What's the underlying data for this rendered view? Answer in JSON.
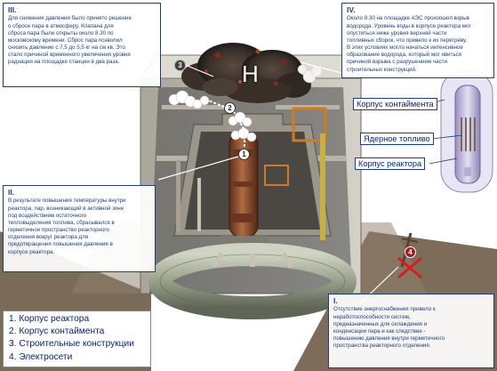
{
  "step_3": {
    "heading": "III.",
    "text": "Для снижения давления было принято решение\nо сбросе пара в атмосферу. Клапана для\nсброса пара были открыты около 8.30 по\nмосковскому времени. Сброс пара позволил\nснизить давление с 7,5 до 5,5 кг на см кв. Это\nстало причиной временного увеличения уровня\nрадиации на площадке станции в два раза."
  },
  "step_4": {
    "heading": "IV.",
    "text": "Около 9.30 на площадке АЭС произошел взрыв\nводорода. Уровень воды в корпусе реактора мог\nопуститься ниже уровня верхней части\nтопливных сборок, что привело к их перегреву.\nВ этих условиях могло начаться интенсивное\nобразование водорода, который мог явиться\nпричиной взрыва с разрушением части\nстроительных конструкций."
  },
  "step_2": {
    "heading": "II.",
    "text": "В результате повышения температуры внутри\nреактора, пар, возникающий в активной зоне\nпод воздействием остаточного\nтепловыделения топлива, сбрасывался в\nгерметичное пространство реакторного\nотделения вокруг реактора для\nпредотвращения повышения давления в\nкорпусе реактора."
  },
  "step_1": {
    "heading": "I.",
    "text": "Отсутствие энергоснабжения привело к\nнеработоспособности систем,\nпредназначенных для охлаждения и\nконденсации пара и как следствие -\nповышению давления внутри герметичного\nпространства реакторного отделения."
  },
  "hydrogen_symbol": "H",
  "callouts": {
    "containment": "Корпус контаймента",
    "fuel": "Ядерное топливо",
    "reactor_vessel": "Корпус реактора"
  },
  "markers": [
    "1",
    "2",
    "3",
    "4"
  ],
  "legend": [
    "1. Корпус реактора",
    "2. Корпус контаймента",
    "3. Строительные конструкции",
    "4. Электросети"
  ],
  "colors": {
    "text_blue": "#1f3f7a",
    "legend_blue": "#0a2466",
    "explosion_red": "#b02020",
    "concrete": "#c8c5bd",
    "vessel_brown": "#8a4a2c",
    "torus_green": "#8f9a80",
    "orange_frame": "#d17a1f"
  }
}
